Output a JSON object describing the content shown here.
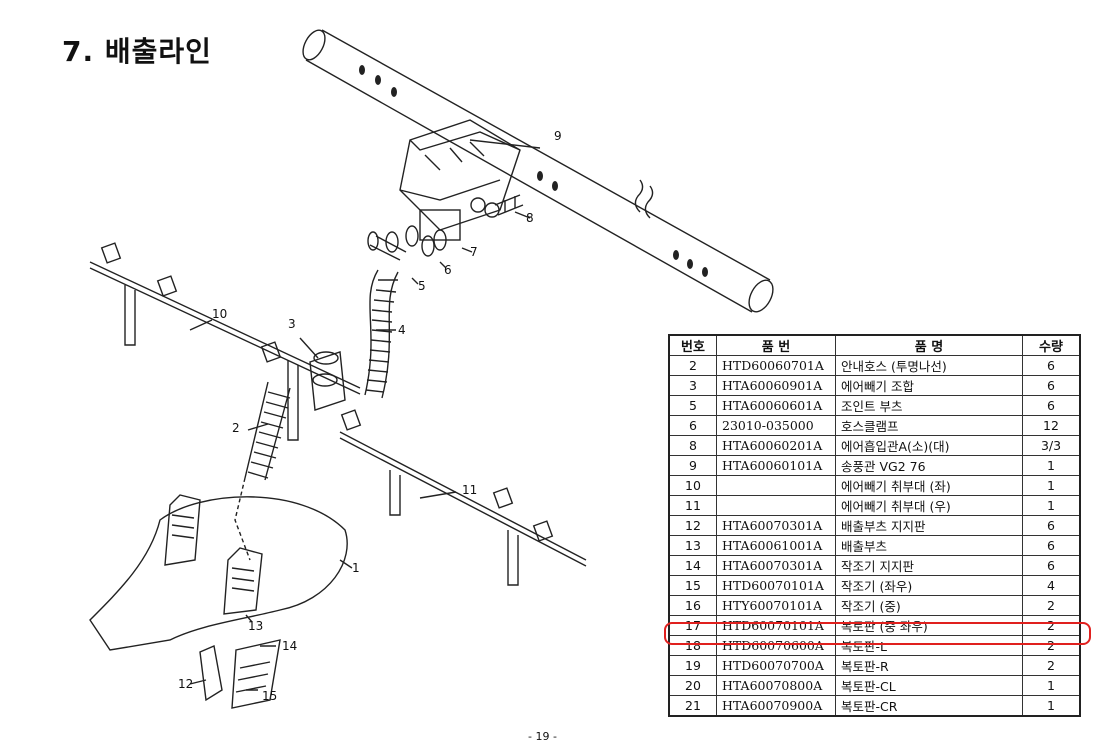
{
  "page": {
    "title": "7. 배출라인",
    "footer": "- 19 -"
  },
  "callouts": [
    "1",
    "2",
    "3",
    "4",
    "5",
    "6",
    "7",
    "8",
    "9",
    "10",
    "11",
    "12",
    "13",
    "14",
    "15"
  ],
  "table": {
    "headers": {
      "no": "번호",
      "part_no": "품 번",
      "name": "품 명",
      "qty": "수량"
    },
    "rows": [
      {
        "no": "2",
        "part_no": "HTD60060701A",
        "name": "안내호스 (투명나선)",
        "qty": "6"
      },
      {
        "no": "3",
        "part_no": "HTA60060901A",
        "name": "에어빼기 조합",
        "qty": "6"
      },
      {
        "no": "5",
        "part_no": "HTA60060601A",
        "name": "조인트 부츠",
        "qty": "6"
      },
      {
        "no": "6",
        "part_no": "23010-035000",
        "name": "호스클램프",
        "qty": "12"
      },
      {
        "no": "8",
        "part_no": "HTA60060201A",
        "name": "에어흡입관A(소)(대)",
        "qty": "3/3"
      },
      {
        "no": "9",
        "part_no": "HTA60060101A",
        "name": "송풍관 VG2 76",
        "qty": "1"
      },
      {
        "no": "10",
        "part_no": "",
        "name": "에어빼기 취부대 (좌)",
        "qty": "1"
      },
      {
        "no": "11",
        "part_no": "",
        "name": "에어빼기 취부대 (우)",
        "qty": "1"
      },
      {
        "no": "12",
        "part_no": "HTA60070301A",
        "name": "배출부츠 지지판",
        "qty": "6"
      },
      {
        "no": "13",
        "part_no": "HTA60061001A",
        "name": "배출부츠",
        "qty": "6"
      },
      {
        "no": "14",
        "part_no": "HTA60070301A",
        "name": "작조기 지지판",
        "qty": "6"
      },
      {
        "no": "15",
        "part_no": "HTD60070101A",
        "name": "작조기 (좌우)",
        "qty": "4"
      },
      {
        "no": "16",
        "part_no": "HTY60070101A",
        "name": "작조기 (중)",
        "qty": "2"
      },
      {
        "no": "17",
        "part_no": "HTD60070101A",
        "name": "복토판 (중 좌우)",
        "qty": "2"
      },
      {
        "no": "18",
        "part_no": "HTD60070600A",
        "name": "복토판-L",
        "qty": "2"
      },
      {
        "no": "19",
        "part_no": "HTD60070700A",
        "name": "복토판-R",
        "qty": "2"
      },
      {
        "no": "20",
        "part_no": "HTA60070800A",
        "name": "복토판-CL",
        "qty": "1"
      },
      {
        "no": "21",
        "part_no": "HTA60070900A",
        "name": "복토판-CR",
        "qty": "1"
      }
    ]
  },
  "colors": {
    "highlight": "#e0201e",
    "line": "#222222"
  },
  "highlighted_row_no": "17"
}
